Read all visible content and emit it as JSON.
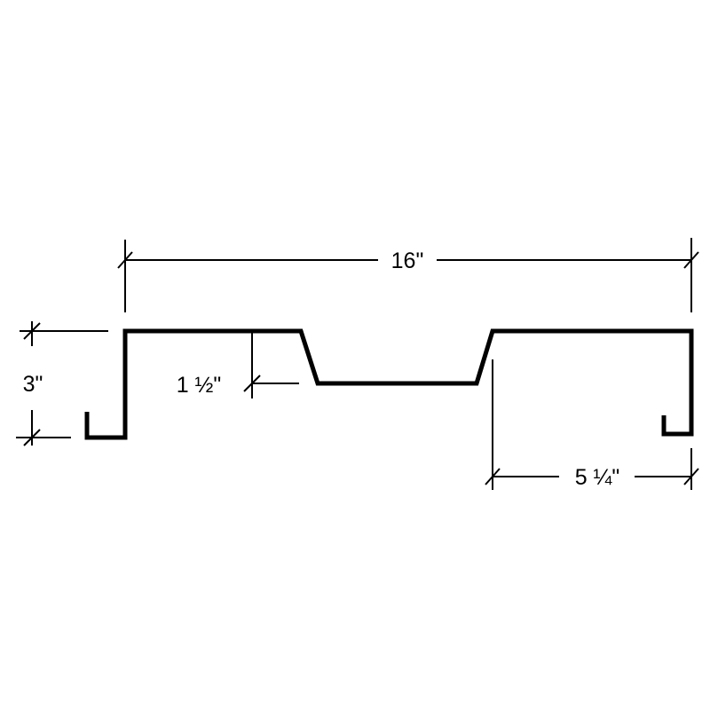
{
  "dimensions": {
    "overall_width": "16\"",
    "height": "3\"",
    "rib_depth": "1 ½\"",
    "edge_width": "5 ¼\""
  },
  "colors": {
    "stroke": "#000000",
    "background": "#ffffff"
  }
}
